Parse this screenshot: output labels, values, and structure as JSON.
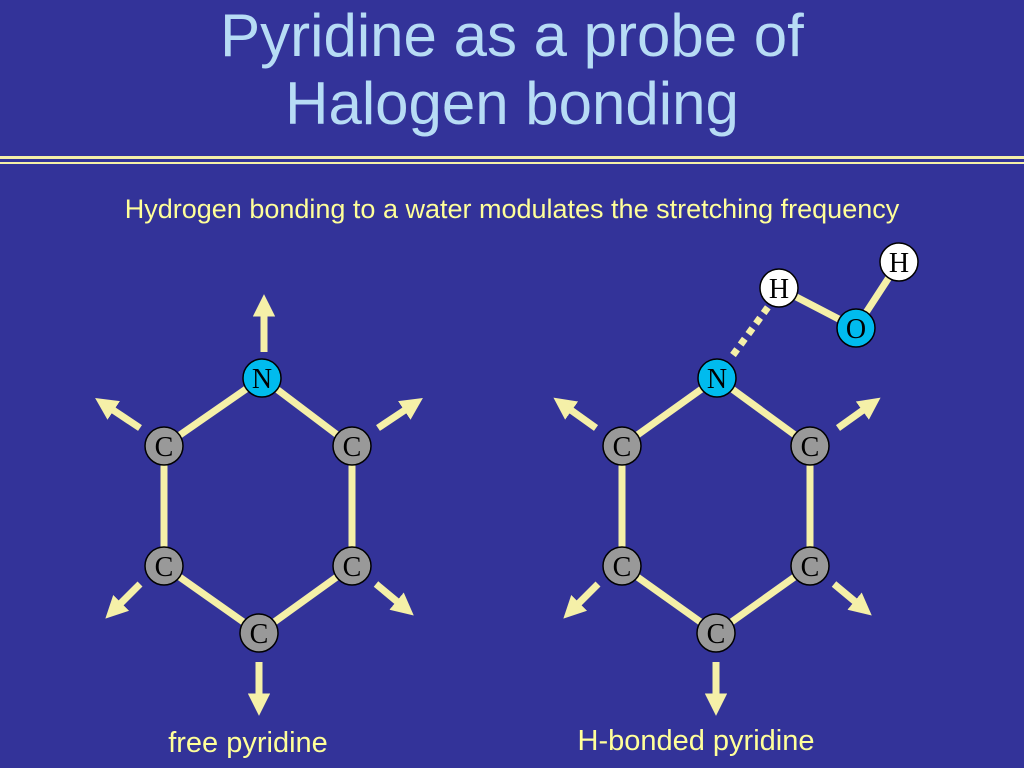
{
  "title": {
    "line1": "Pyridine as a probe of",
    "line2": "Halogen bonding"
  },
  "subtitle": "Hydrogen bonding to a water modulates the stretching frequency",
  "captions": {
    "left": "free pyridine",
    "right": "H-bonded pyridine"
  },
  "atoms": {
    "nitrogen": "N",
    "carbon": "C",
    "oxygen": "O",
    "hydrogen": "H"
  },
  "colors": {
    "background": "#333399",
    "bond": "#f5f0a8",
    "arrow": "#f5f0a8",
    "nitrogen": "#00bbee",
    "carbon": "#999999",
    "oxygen": "#00bbee",
    "hydrogen": "#ffffff",
    "title": "#b7dcf5",
    "text": "#ffff99"
  }
}
